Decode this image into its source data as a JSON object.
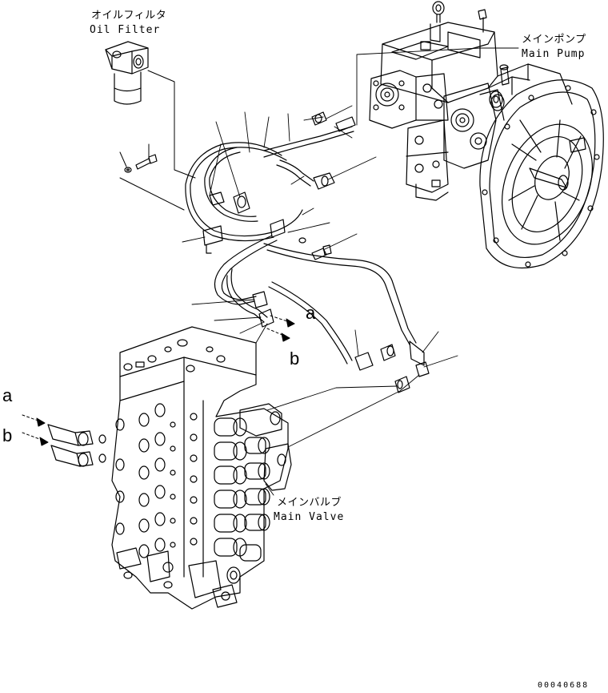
{
  "labels": {
    "oil_filter_jp": "オイルフィルタ",
    "oil_filter_en": "Oil Filter",
    "main_pump_jp": "メインポンプ",
    "main_pump_en": "Main Pump",
    "main_valve_jp": "メインバルブ",
    "main_valve_en": "Main Valve"
  },
  "connection_marks": {
    "a_near_hose": "a",
    "b_near_hose": "b",
    "a_at_valve": "a",
    "b_at_valve": "b"
  },
  "document_number": "00040688"
}
